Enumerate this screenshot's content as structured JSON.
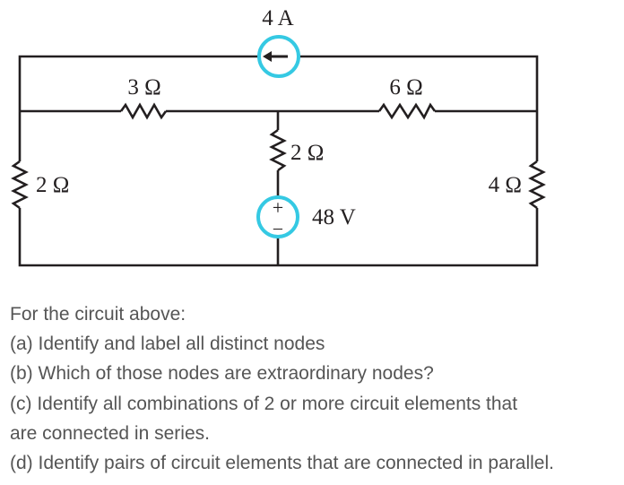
{
  "circuit": {
    "current_source": {
      "label": "4 A"
    },
    "voltage_source": {
      "label": "48 V",
      "plus": "+",
      "minus": "−"
    },
    "resistors": {
      "top_left": "3 Ω",
      "top_right": "6 Ω",
      "middle": "2 Ω",
      "left": "2 Ω",
      "right": "4 Ω"
    },
    "colors": {
      "wire": "#231f20",
      "highlight": "#35c9e3"
    }
  },
  "question": {
    "intro": "For the circuit above:",
    "a": "(a) Identify and label all distinct nodes",
    "b": "(b) Which of those nodes are extraordinary nodes?",
    "c_line1": "(c) Identify all combinations of 2 or more circuit elements that",
    "c_line2": "are connected in series.",
    "d": "(d) Identify pairs of circuit elements that are connected in parallel."
  }
}
